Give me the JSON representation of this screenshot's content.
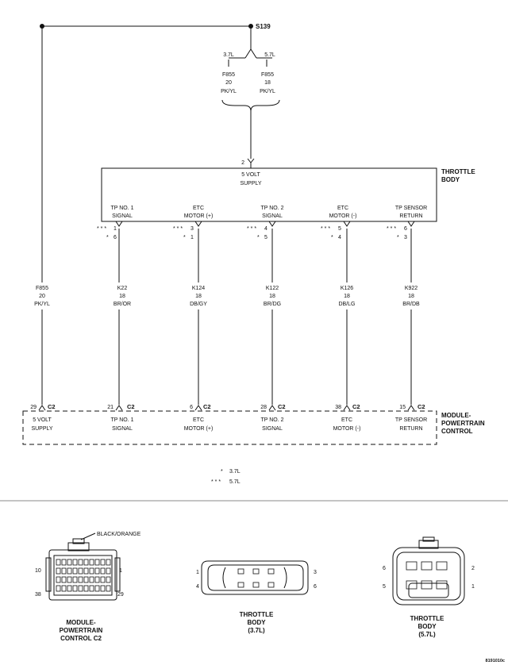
{
  "splice": "S139",
  "branch_37": {
    "engine": "3.7L",
    "circuit": "F855",
    "gauge": "20",
    "color": "PK/YL"
  },
  "branch_57": {
    "engine": "5.7L",
    "circuit": "F855",
    "gauge": "18",
    "color": "PK/YL"
  },
  "left_wire": {
    "circuit": "F855",
    "gauge": "20",
    "color": "PK/YL"
  },
  "throttle_body": {
    "name_line1": "THROTTLE",
    "name_line2": "BODY",
    "supply_pin": "2",
    "supply_line1": "5 VOLT",
    "supply_line2": "SUPPLY"
  },
  "tb_pins": [
    {
      "line1": "TP NO. 1",
      "line2": "SIGNAL",
      "pin57": "1",
      "pin37": "6"
    },
    {
      "line1": "ETC",
      "line2": "MOTOR (+)",
      "pin57": "3",
      "pin37": "1"
    },
    {
      "line1": "TP NO. 2",
      "line2": "SIGNAL",
      "pin57": "4",
      "pin37": "5"
    },
    {
      "line1": "ETC",
      "line2": "MOTOR (-)",
      "pin57": "5",
      "pin37": "4"
    },
    {
      "line1": "TP SENSOR",
      "line2": "RETURN",
      "pin57": "6",
      "pin37": "3"
    }
  ],
  "wires": [
    {
      "circuit": "K22",
      "gauge": "18",
      "color": "BR/OR"
    },
    {
      "circuit": "K124",
      "gauge": "18",
      "color": "DB/GY"
    },
    {
      "circuit": "K122",
      "gauge": "18",
      "color": "BR/DG"
    },
    {
      "circuit": "K126",
      "gauge": "18",
      "color": "DB/LG"
    },
    {
      "circuit": "K922",
      "gauge": "18",
      "color": "BR/DB"
    }
  ],
  "pcm": {
    "name_line1": "MODULE-",
    "name_line2": "POWERTRAIN",
    "name_line3": "CONTROL",
    "connector": "C2",
    "pins": [
      {
        "pin": "29",
        "line1": "5 VOLT",
        "line2": "SUPPLY"
      },
      {
        "pin": "21",
        "line1": "TP NO. 1",
        "line2": "SIGNAL"
      },
      {
        "pin": "6",
        "line1": "ETC",
        "line2": "MOTOR (+)"
      },
      {
        "pin": "28",
        "line1": "TP NO. 2",
        "line2": "SIGNAL"
      },
      {
        "pin": "38",
        "line1": "ETC",
        "line2": "MOTOR (-)"
      },
      {
        "pin": "15",
        "line1": "TP SENSOR",
        "line2": "RETURN"
      }
    ]
  },
  "legend": [
    {
      "marker": "*",
      "label": "3.7L"
    },
    {
      "marker": "* * *",
      "label": "5.7L"
    }
  ],
  "views": {
    "pcm": {
      "color_label": "BLACK/ORANGE",
      "pin_tl": "10",
      "pin_tr": "1",
      "pin_bl": "38",
      "pin_br": "29",
      "line1": "MODULE-",
      "line2": "POWERTRAIN",
      "line3": "CONTROL C2"
    },
    "tb37": {
      "pin_tl": "1",
      "pin_tr": "3",
      "pin_bl": "4",
      "pin_br": "6",
      "line1": "THROTTLE",
      "line2": "BODY",
      "line3": "(3.7L)"
    },
    "tb57": {
      "pin_tl": "6",
      "pin_tr": "2",
      "pin_bl": "5",
      "pin_br": "1",
      "line1": "THROTTLE",
      "line2": "BODY",
      "line3": "(5.7L)"
    }
  },
  "figure_id": "8191010c",
  "colors": {
    "ink": "#111111",
    "background": "#ffffff"
  }
}
